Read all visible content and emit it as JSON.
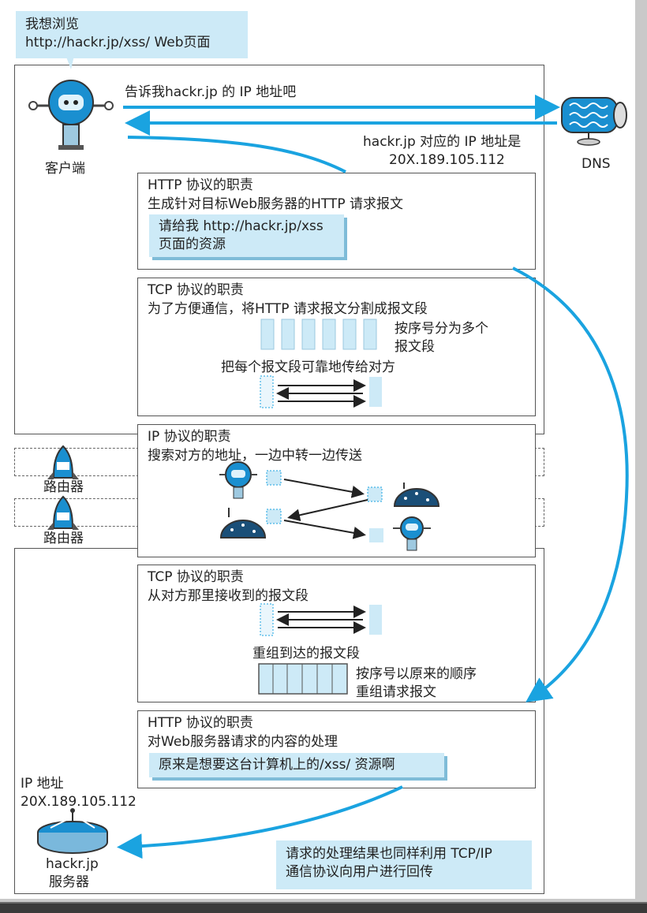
{
  "bubble": {
    "line1": "我想浏览",
    "line2": "http://hackr.jp/xss/ Web页面"
  },
  "client_label": "客户端",
  "dns": {
    "label": "DNS",
    "query": "告诉我hackr.jp 的 IP 地址吧",
    "reply_line1": "hackr.jp 对应的 IP 地址是",
    "reply_line2": "20X.189.105.112"
  },
  "http_client": {
    "title": "HTTP 协议的职责",
    "desc": "生成针对目标Web服务器的HTTP 请求报文",
    "note_line1": "请给我 http://hackr.jp/xss",
    "note_line2": "页面的资源"
  },
  "tcp_client": {
    "title": "TCP 协议的职责",
    "desc": "为了方便通信，将HTTP 请求报文分割成报文段",
    "seg_note_line1": "按序号分为多个",
    "seg_note_line2": "报文段",
    "reliable": "把每个报文段可靠地传给对方"
  },
  "ip": {
    "title": "IP 协议的职责",
    "desc": "搜索对方的地址，一边中转一边传送"
  },
  "routers": [
    "路由器",
    "路由器"
  ],
  "tcp_server": {
    "title": "TCP 协议的职责",
    "desc": "从对方那里接收到的报文段",
    "reassemble": "重组到达的报文段",
    "order_line1": "按序号以原来的顺序",
    "order_line2": "重组请求报文"
  },
  "http_server": {
    "title": "HTTP 协议的职责",
    "desc": "对Web服务器请求的内容的处理",
    "note": "原来是想要这台计算机上的/xss/ 资源啊"
  },
  "server": {
    "ip_label": "IP 地址",
    "ip_value": "20X.189.105.112",
    "name": "hackr.jp",
    "role": "服务器"
  },
  "response": {
    "line1": "请求的处理结果也同样利用 TCP/IP",
    "line2": "通信协议向用户进行回传"
  },
  "colors": {
    "arrow_blue": "#1aa3e0",
    "note_bg": "#cdeaf7",
    "robot": "#1a8fd0"
  }
}
